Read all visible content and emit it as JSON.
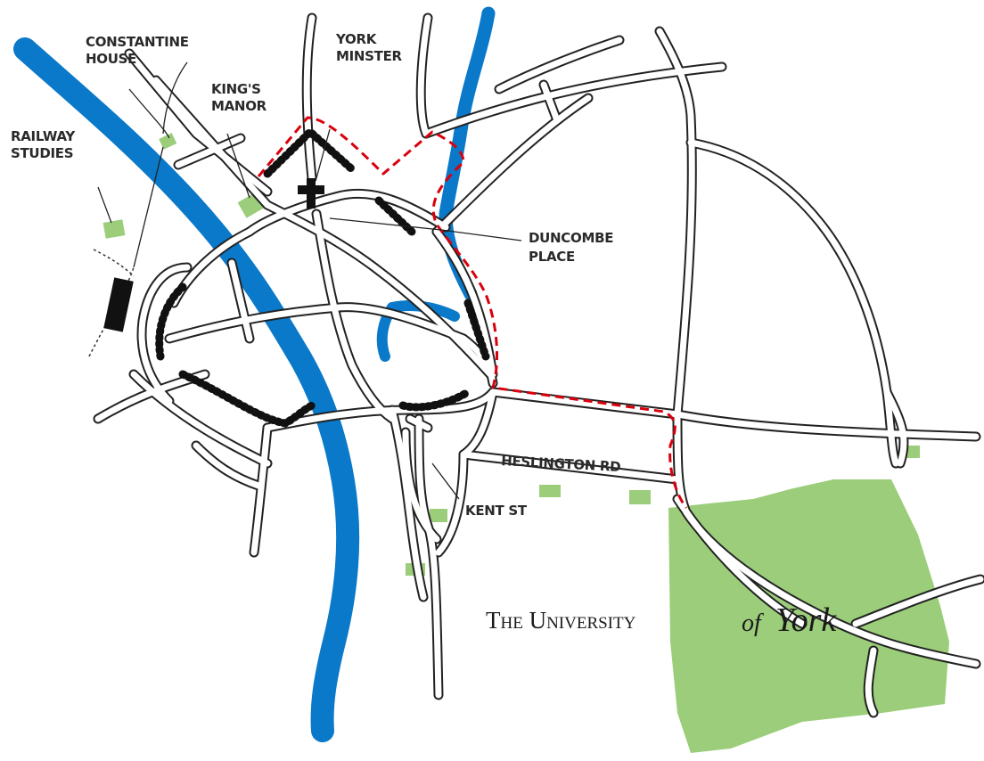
{
  "labels": {
    "constantine": [
      "CONSTANTINE",
      "HOUSE"
    ],
    "york_minster": [
      "YORK",
      "MINSTER"
    ],
    "kings_manor": [
      "KING'S",
      "MANOR"
    ],
    "railway_studies": [
      "RAILWAY",
      "STUDIES"
    ],
    "duncombe_place": [
      "DUNCOMBE",
      "PLACE"
    ],
    "heslington_rd": "HESLINGTON RD",
    "kent_st": "KENT ST"
  },
  "university": {
    "prefix": "The University",
    "of": "of",
    "name": "York"
  },
  "icons": {
    "minster": "cross-icon"
  },
  "colors": {
    "river": "#0a79c9",
    "green_area": "#9bcd7a",
    "route": "#d9000d",
    "road_outline": "#222222",
    "city_wall": "#111111"
  }
}
